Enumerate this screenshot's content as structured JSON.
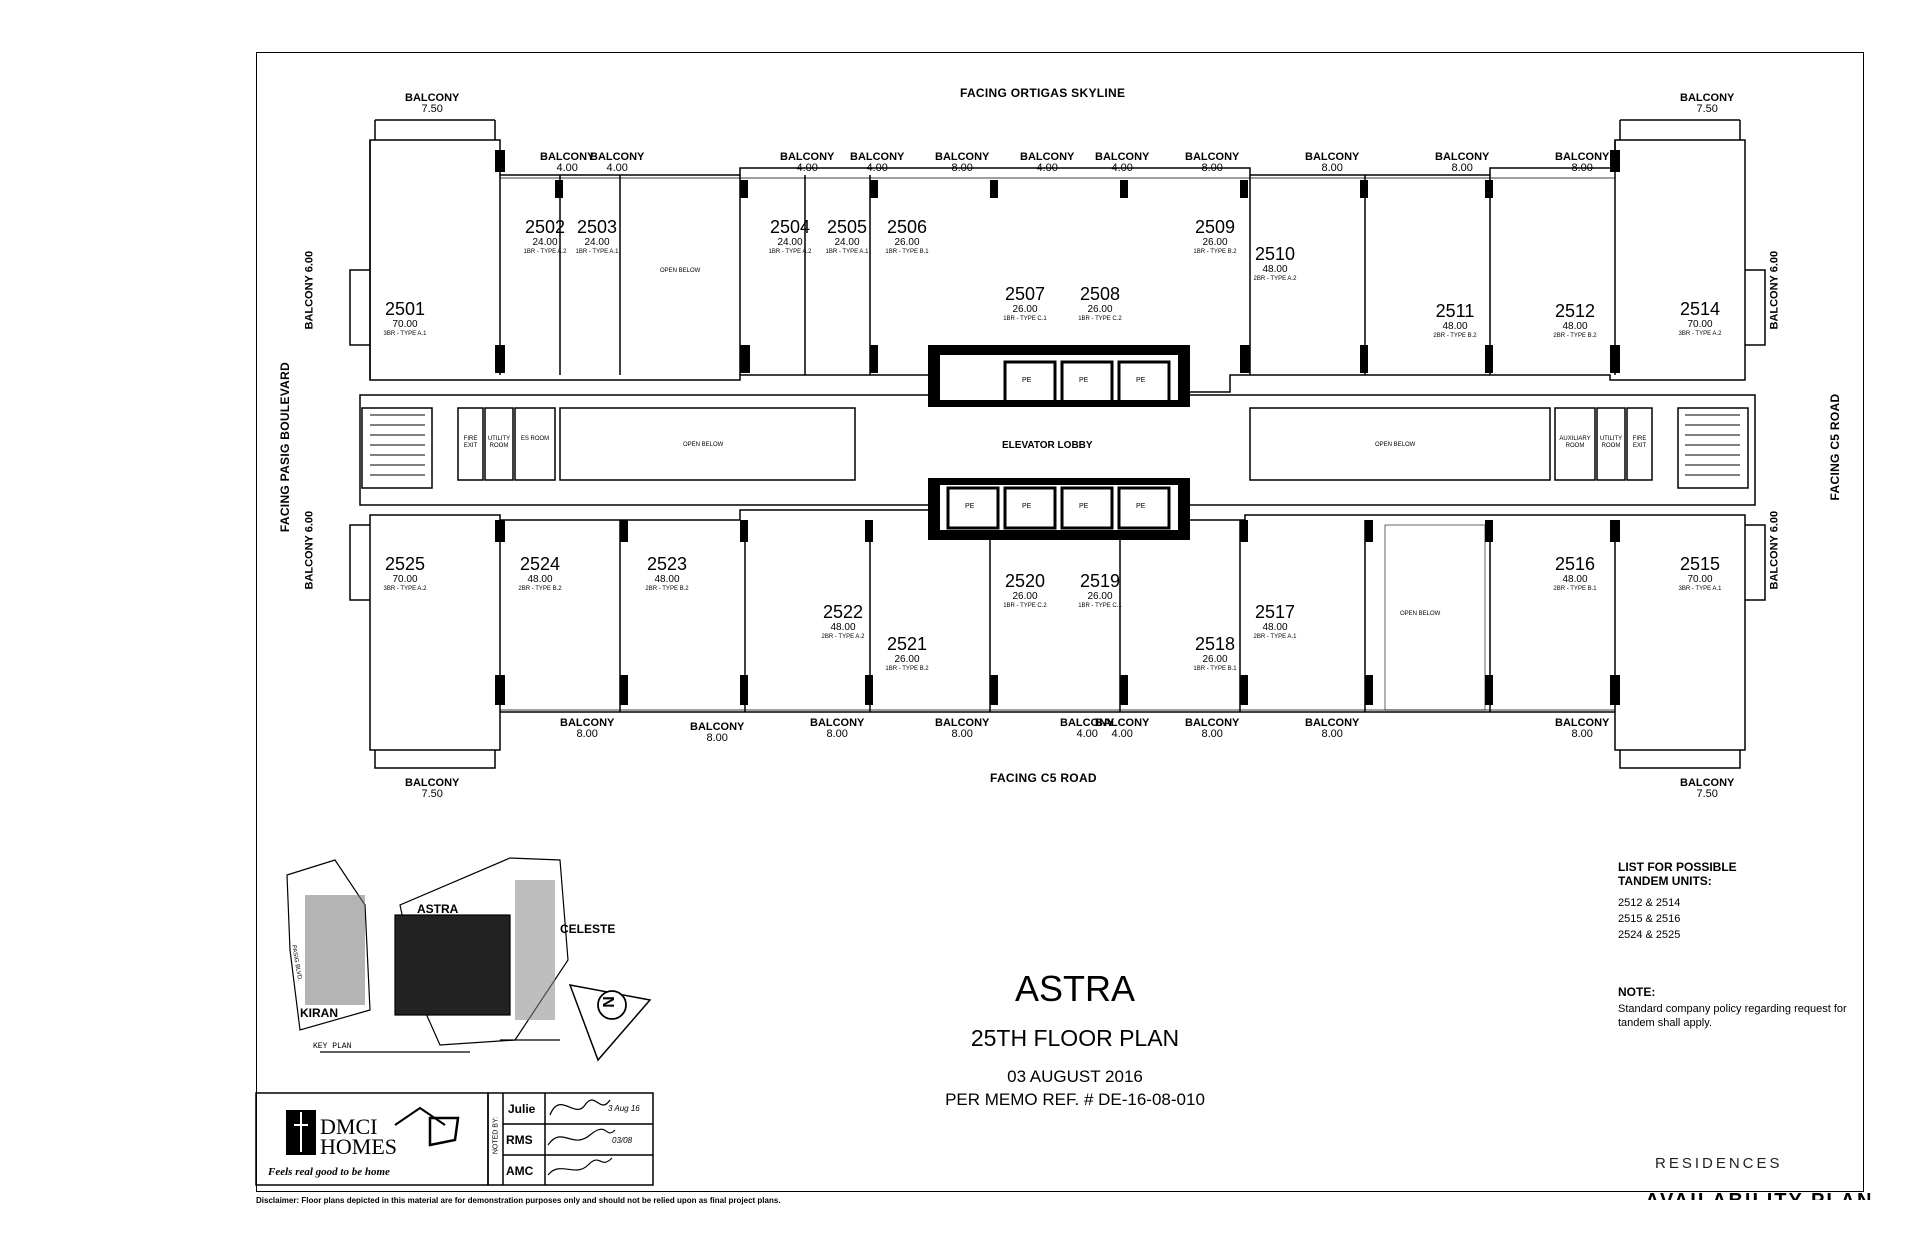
{
  "orientations": {
    "top": "FACING ORTIGAS SKYLINE",
    "bottom": "FACING C5 ROAD",
    "left": "FACING PASIG BOULEVARD",
    "right": "FACING C5 ROAD"
  },
  "units": [
    {
      "no": "2501",
      "area": "70.00",
      "type": "3BR - TYPE A.1"
    },
    {
      "no": "2502",
      "area": "24.00",
      "type": "1BR - TYPE A.2"
    },
    {
      "no": "2503",
      "area": "24.00",
      "type": "1BR - TYPE A.1"
    },
    {
      "no": "2504",
      "area": "24.00",
      "type": "1BR - TYPE A.2"
    },
    {
      "no": "2505",
      "area": "24.00",
      "type": "1BR - TYPE A.1"
    },
    {
      "no": "2506",
      "area": "26.00",
      "type": "1BR - TYPE B.1"
    },
    {
      "no": "2507",
      "area": "26.00",
      "type": "1BR - TYPE C.1"
    },
    {
      "no": "2508",
      "area": "26.00",
      "type": "1BR - TYPE C.2"
    },
    {
      "no": "2509",
      "area": "26.00",
      "type": "1BR - TYPE B.2"
    },
    {
      "no": "2510",
      "area": "48.00",
      "type": "2BR - TYPE A.2"
    },
    {
      "no": "2511",
      "area": "48.00",
      "type": "2BR - TYPE B.2"
    },
    {
      "no": "2512",
      "area": "48.00",
      "type": "2BR - TYPE B.2"
    },
    {
      "no": "2514",
      "area": "70.00",
      "type": "3BR - TYPE A.2"
    },
    {
      "no": "2515",
      "area": "70.00",
      "type": "3BR - TYPE A.1"
    },
    {
      "no": "2516",
      "area": "48.00",
      "type": "2BR - TYPE B.1"
    },
    {
      "no": "2517",
      "area": "48.00",
      "type": "2BR - TYPE A.1"
    },
    {
      "no": "2518",
      "area": "26.00",
      "type": "1BR - TYPE B.1"
    },
    {
      "no": "2519",
      "area": "26.00",
      "type": "1BR - TYPE C.1"
    },
    {
      "no": "2520",
      "area": "26.00",
      "type": "1BR - TYPE C.2"
    },
    {
      "no": "2521",
      "area": "26.00",
      "type": "1BR - TYPE B.2"
    },
    {
      "no": "2522",
      "area": "48.00",
      "type": "2BR - TYPE A.2"
    },
    {
      "no": "2523",
      "area": "48.00",
      "type": "2BR - TYPE B.2"
    },
    {
      "no": "2524",
      "area": "48.00",
      "type": "2BR - TYPE B.2"
    },
    {
      "no": "2525",
      "area": "70.00",
      "type": "3BR - TYPE A.2"
    }
  ],
  "balconies": {
    "label": "BALCONY",
    "top": [
      "7.50",
      "4.00",
      "4.00",
      "4.00",
      "4.00",
      "8.00",
      "4.00",
      "4.00",
      "8.00",
      "8.00",
      "8.00",
      "8.00",
      "7.50"
    ],
    "bottom": [
      "7.50",
      "8.00",
      "8.00",
      "8.00",
      "8.00",
      "4.00",
      "4.00",
      "8.00",
      "8.00",
      "8.00",
      "7.50"
    ],
    "side": "6.00"
  },
  "spaces": {
    "elevator_lobby": "ELEVATOR LOBBY",
    "open_below": "OPEN BELOW",
    "fire_exit": "FIRE EXIT",
    "utility_room": "UTILITY ROOM",
    "es_room": "ES ROOM",
    "auxiliary_room": "AUXILIARY ROOM",
    "pe": "PE"
  },
  "key_plan": {
    "astra": "ASTRA",
    "celeste": "CELESTE",
    "kiran": "KIRAN",
    "caption": "KEY PLAN",
    "north": "N",
    "street": "PASIG BLVD."
  },
  "title": {
    "project": "ASTRA",
    "floor": "25TH FLOOR PLAN",
    "date": "03 AUGUST 2016",
    "memo": "PER MEMO REF. #  DE-16-08-010"
  },
  "tandem": {
    "heading": "LIST FOR POSSIBLE TANDEM UNITS:",
    "items": [
      "2512 & 2514",
      "2515 & 2516",
      "2524 & 2525"
    ]
  },
  "note": {
    "heading": "NOTE:",
    "text": "Standard company policy regarding request for tandem shall apply."
  },
  "logo": {
    "brand_top": "DMCI",
    "brand_bottom": "HOMES",
    "tagline": "Feels real good to be home"
  },
  "approvals": {
    "side_label": "NOTED BY:",
    "rows": [
      {
        "name": "Julie",
        "date": "3 Aug 16"
      },
      {
        "name": "RMS",
        "date": "03/08"
      },
      {
        "name": "AMC",
        "date": ""
      }
    ]
  },
  "footer": {
    "residences": "RESIDENCES",
    "availability": "AVAILABILITY PLAN",
    "disclaimer": "Disclaimer:   Floor plans depicted in this material are for demonstration purposes only and should not be relied upon as final project plans."
  }
}
